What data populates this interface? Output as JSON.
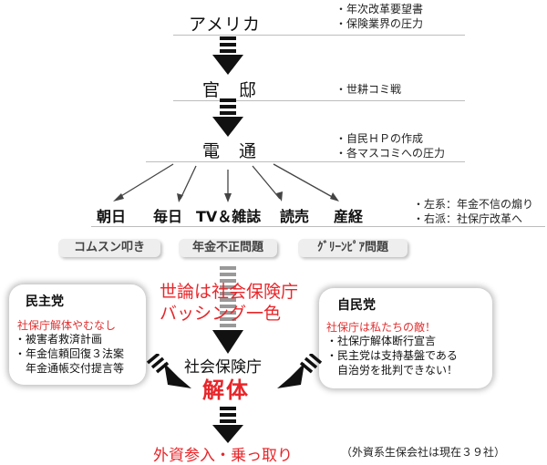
{
  "stages": {
    "america": "アメリカ",
    "kantei": "官　邸",
    "dentsu": "電　通",
    "agency": "社会保険庁",
    "dismantle": "解体",
    "takeover": "外資参入・乗っ取り"
  },
  "notes": {
    "america": [
      "・年次改革要望書",
      "・保険業界の圧力"
    ],
    "kantei": [
      "・世耕コミ戦"
    ],
    "dentsu": [
      "・自民ＨＰの作成",
      "・各マスコミへの圧力"
    ],
    "media": [
      "・左系：年金不信の煽り",
      "・右派：社保庁改革へ"
    ],
    "takeover": "（外資系生保会社は現在３９社）"
  },
  "media": [
    "朝日",
    "毎日",
    "TV＆雑誌",
    "読売",
    "産経"
  ],
  "issues": [
    "コムスン叩き",
    "年金不正問題",
    "ｸﾞﾘｰﾝﾋﾟｱ問題"
  ],
  "public_opinion": [
    "世論は社会保険庁",
    "バッシング一色"
  ],
  "dpj": {
    "name": "民主党",
    "stance": "社保庁解体やむなし",
    "points": [
      "・被害者救済計画",
      "・年金信頼回復３法案",
      "　年金通帳交付提言等"
    ]
  },
  "ldp": {
    "name": "自民党",
    "stance": "社保庁は私たちの敵！",
    "points": [
      "・社保庁解体断行宣言",
      "・民主党は支持基盤である",
      "　自治労を批判できない！"
    ]
  },
  "colors": {
    "emphasis": "#e8262a",
    "arrow": "#111111",
    "rule": "#bdbdbd"
  }
}
